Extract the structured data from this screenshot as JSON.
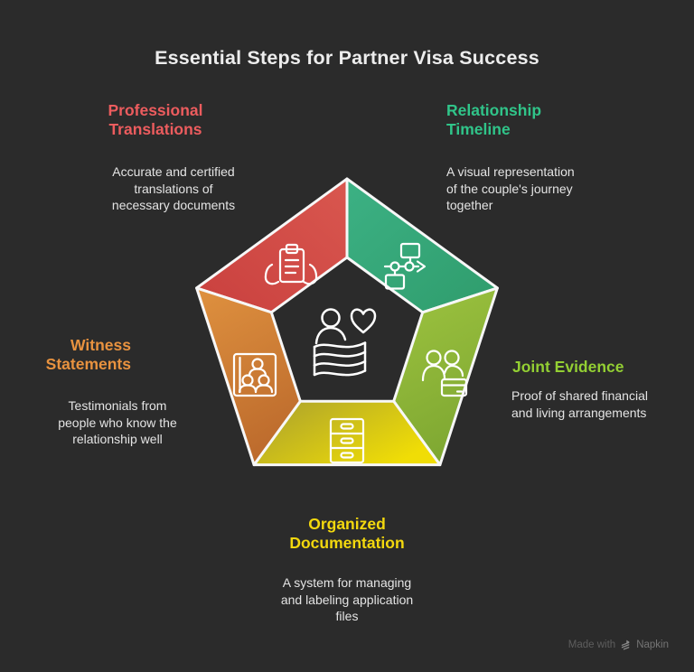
{
  "title": "Essential Steps for Partner Visa Success",
  "theme": {
    "background": "#2b2b2b",
    "title_color": "#ededed",
    "body_color": "#e4e4e4",
    "outline_color": "#f7f7f7"
  },
  "sections": {
    "professional_translations": {
      "heading": "Professional\nTranslations",
      "description": "Accurate and certified\ntranslations of\nnecessary documents",
      "heading_color": "#ec5c5e"
    },
    "relationship_timeline": {
      "heading": "Relationship\nTimeline",
      "description": "A visual representation\nof the couple's journey\ntogether",
      "heading_color": "#30c489"
    },
    "witness_statements": {
      "heading": "Witness\nStatements",
      "description": "Testimonials from\npeople who know the\nrelationship well",
      "heading_color": "#e8923f"
    },
    "joint_evidence": {
      "heading": "Joint Evidence",
      "description": "Proof of shared financial\nand living arrangements",
      "heading_color": "#93cf33"
    },
    "organized_documentation": {
      "heading": "Organized\nDocumentation",
      "description": "A system for managing\nand labeling application\nfiles",
      "heading_color": "#f3d80e"
    }
  },
  "pentagon": {
    "segments": [
      {
        "id": "translations",
        "icon": "hands-holding-document-icon",
        "gradient": {
          "from": "#d9574f",
          "to": "#c9403e"
        }
      },
      {
        "id": "timeline",
        "icon": "flowchart-timeline-icon",
        "gradient": {
          "from": "#3cb184",
          "to": "#2f9c6c"
        }
      },
      {
        "id": "evidence",
        "icon": "people-with-card-icon",
        "gradient": {
          "from": "#9dc33f",
          "to": "#7fa832"
        }
      },
      {
        "id": "documentation",
        "icon": "filing-cabinet-icon",
        "gradient": {
          "from": "#a89f2f",
          "to": "#f0dd06"
        }
      },
      {
        "id": "witness",
        "icon": "photo-frame-people-icon",
        "gradient": {
          "from": "#dd8f3e",
          "to": "#bc6a2c"
        }
      }
    ],
    "center_icon": "person-heart-flag-icon"
  },
  "watermark": {
    "prefix": "Made with",
    "brand": "Napkin"
  }
}
